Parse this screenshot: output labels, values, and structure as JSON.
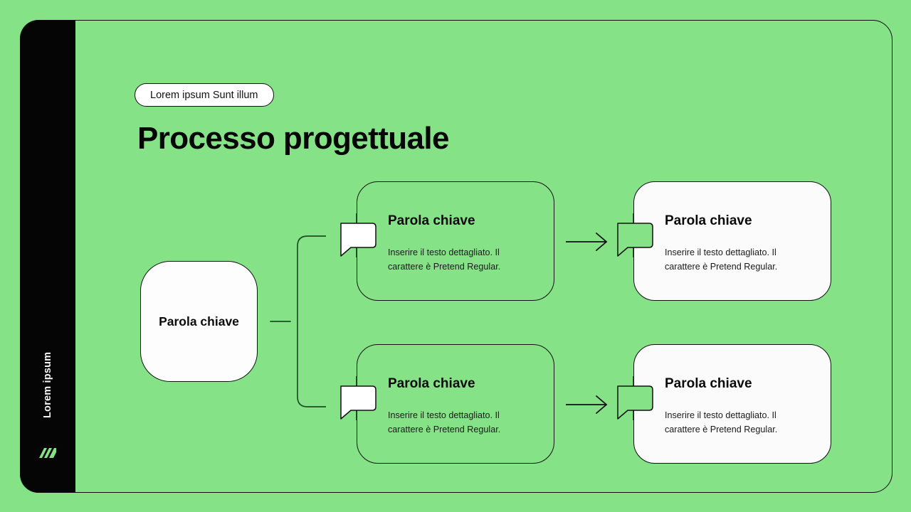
{
  "slide": {
    "background_color": "#85e287",
    "frame_border_color": "#0d0d0d",
    "kicker": "Lorem ipsum Sunt illum",
    "title": "Processo progettuale"
  },
  "sidebar": {
    "background_color": "#050505",
    "label": "Lorem ipsum",
    "logo_name": "brand-logo-icon",
    "logo_color": "#85e287"
  },
  "diagram": {
    "root": {
      "label": "Parola chiave"
    },
    "cards": [
      {
        "id": "card-a",
        "title": "Parola chiave",
        "body": "Inserire il testo dettagliato. Il carattere è Pretend Regular.",
        "style": "outlined",
        "badge_fill": "#ffffff"
      },
      {
        "id": "card-b",
        "title": "Parola chiave",
        "body": "Inserire il testo dettagliato. Il carattere è Pretend Regular.",
        "style": "filled",
        "badge_fill": "#85e287"
      },
      {
        "id": "card-c",
        "title": "Parola chiave",
        "body": "Inserire il testo dettagliato. Il carattere è Pretend Regular.",
        "style": "outlined",
        "badge_fill": "#ffffff"
      },
      {
        "id": "card-d",
        "title": "Parola chiave",
        "body": "Inserire il testo dettagliato. Il carattere è Pretend Regular.",
        "style": "filled",
        "badge_fill": "#85e287"
      }
    ],
    "connector_color": "#1d4d22",
    "arrow_color": "#111111"
  }
}
